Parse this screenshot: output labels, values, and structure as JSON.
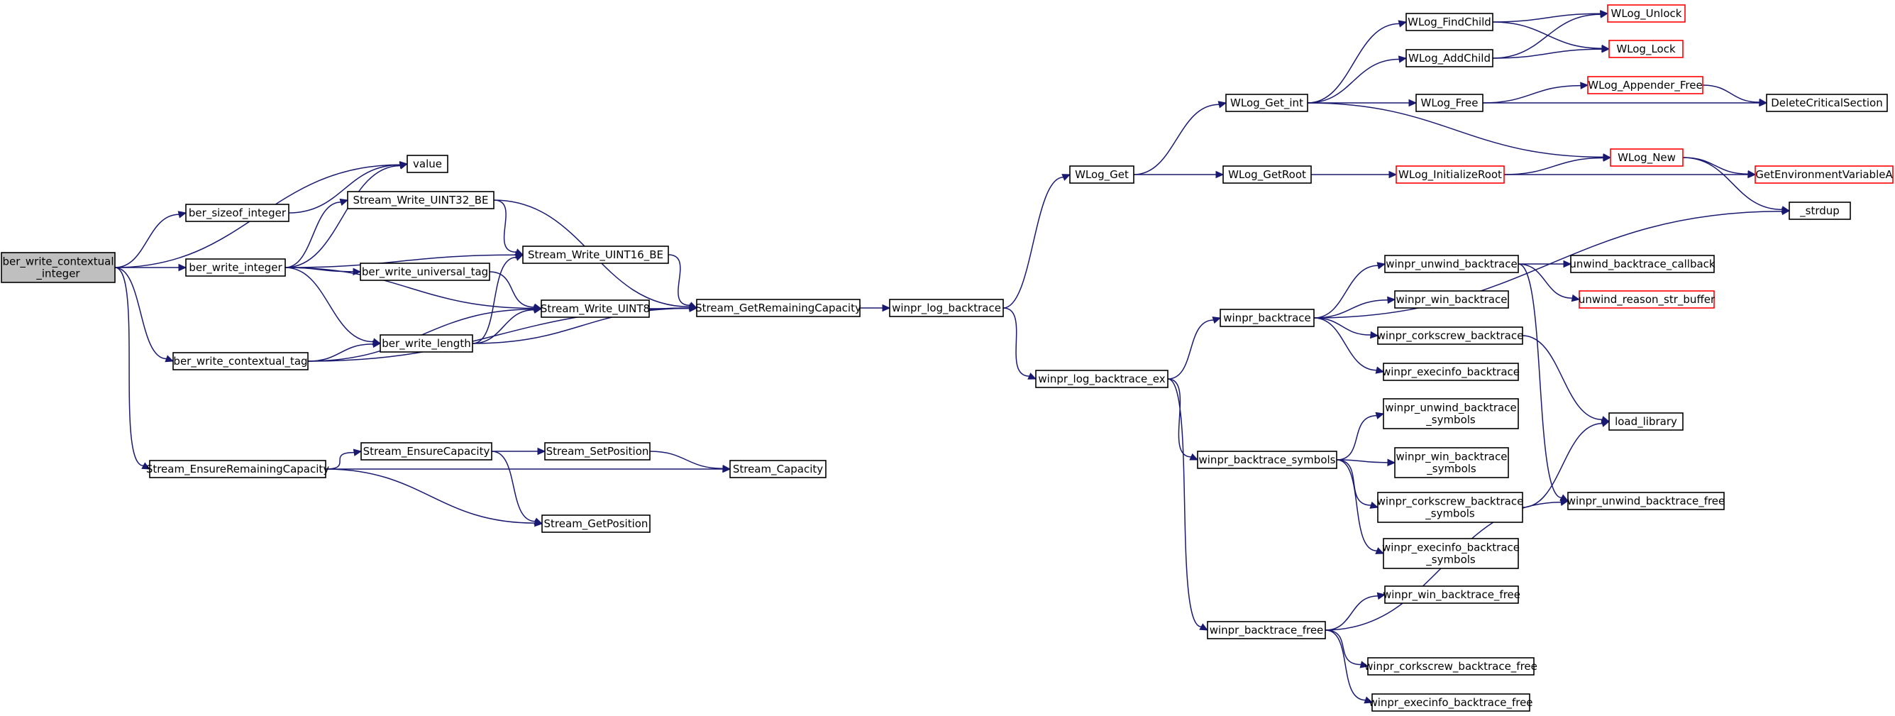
{
  "nodes": [
    {
      "id": "root",
      "lines": [
        "ber_write_contextual",
        "_integer"
      ],
      "root": true
    },
    {
      "id": "value",
      "lines": [
        "value"
      ]
    },
    {
      "id": "ber_sizeof_integer",
      "lines": [
        "ber_sizeof_integer"
      ]
    },
    {
      "id": "ber_write_integer",
      "lines": [
        "ber_write_integer"
      ]
    },
    {
      "id": "ber_write_contextual_tag",
      "lines": [
        "ber_write_contextual_tag"
      ]
    },
    {
      "id": "Stream_EnsureRemainingCapacity",
      "lines": [
        "Stream_EnsureRemainingCapacity"
      ]
    },
    {
      "id": "Stream_Write_UINT32_BE",
      "lines": [
        "Stream_Write_UINT32_BE"
      ]
    },
    {
      "id": "ber_write_universal_tag",
      "lines": [
        "ber_write_universal_tag"
      ]
    },
    {
      "id": "ber_write_length",
      "lines": [
        "ber_write_length"
      ]
    },
    {
      "id": "Stream_Write_UINT16_BE",
      "lines": [
        "Stream_Write_UINT16_BE"
      ]
    },
    {
      "id": "Stream_Write_UINT8",
      "lines": [
        "Stream_Write_UINT8"
      ]
    },
    {
      "id": "Stream_GetRemainingCapacity",
      "lines": [
        "Stream_GetRemainingCapacity"
      ]
    },
    {
      "id": "winpr_log_backtrace",
      "lines": [
        "winpr_log_backtrace"
      ]
    },
    {
      "id": "Stream_EnsureCapacity",
      "lines": [
        "Stream_EnsureCapacity"
      ]
    },
    {
      "id": "Stream_SetPosition",
      "lines": [
        "Stream_SetPosition"
      ]
    },
    {
      "id": "Stream_Capacity",
      "lines": [
        "Stream_Capacity"
      ]
    },
    {
      "id": "Stream_GetPosition",
      "lines": [
        "Stream_GetPosition"
      ]
    },
    {
      "id": "WLog_Get",
      "lines": [
        "WLog_Get"
      ]
    },
    {
      "id": "winpr_log_backtrace_ex",
      "lines": [
        "winpr_log_backtrace_ex"
      ]
    },
    {
      "id": "WLog_Get_int",
      "lines": [
        "WLog_Get_int"
      ]
    },
    {
      "id": "WLog_GetRoot",
      "lines": [
        "WLog_GetRoot"
      ]
    },
    {
      "id": "WLog_FindChild",
      "lines": [
        "WLog_FindChild"
      ]
    },
    {
      "id": "WLog_AddChild",
      "lines": [
        "WLog_AddChild"
      ]
    },
    {
      "id": "WLog_Free",
      "lines": [
        "WLog_Free"
      ]
    },
    {
      "id": "WLog_Unlock",
      "lines": [
        "WLog_Unlock"
      ],
      "truncated": true
    },
    {
      "id": "WLog_Lock",
      "lines": [
        "WLog_Lock"
      ],
      "truncated": true
    },
    {
      "id": "WLog_Appender_Free",
      "lines": [
        "WLog_Appender_Free"
      ],
      "truncated": true
    },
    {
      "id": "DeleteCriticalSection",
      "lines": [
        "DeleteCriticalSection"
      ]
    },
    {
      "id": "WLog_InitializeRoot",
      "lines": [
        "WLog_InitializeRoot"
      ],
      "truncated": true
    },
    {
      "id": "WLog_New",
      "lines": [
        "WLog_New"
      ],
      "truncated": true
    },
    {
      "id": "GetEnvironmentVariableA",
      "lines": [
        "GetEnvironmentVariableA"
      ],
      "truncated": true
    },
    {
      "id": "_strdup",
      "lines": [
        "_strdup"
      ]
    },
    {
      "id": "winpr_backtrace",
      "lines": [
        "winpr_backtrace"
      ]
    },
    {
      "id": "winpr_unwind_backtrace",
      "lines": [
        "winpr_unwind_backtrace"
      ]
    },
    {
      "id": "unwind_backtrace_callback",
      "lines": [
        "unwind_backtrace_callback"
      ]
    },
    {
      "id": "unwind_reason_str_buffer",
      "lines": [
        "unwind_reason_str_buffer"
      ],
      "truncated": true
    },
    {
      "id": "winpr_win_backtrace",
      "lines": [
        "winpr_win_backtrace"
      ]
    },
    {
      "id": "winpr_corkscrew_backtrace",
      "lines": [
        "winpr_corkscrew_backtrace"
      ]
    },
    {
      "id": "winpr_execinfo_backtrace",
      "lines": [
        "winpr_execinfo_backtrace"
      ]
    },
    {
      "id": "load_library",
      "lines": [
        "load_library"
      ]
    },
    {
      "id": "winpr_unwind_backtrace_free",
      "lines": [
        "winpr_unwind_backtrace_free"
      ]
    },
    {
      "id": "winpr_backtrace_symbols",
      "lines": [
        "winpr_backtrace_symbols"
      ]
    },
    {
      "id": "winpr_unwind_backtrace_symbols",
      "lines": [
        "winpr_unwind_backtrace",
        "_symbols"
      ]
    },
    {
      "id": "winpr_win_backtrace_symbols",
      "lines": [
        "winpr_win_backtrace",
        "_symbols"
      ]
    },
    {
      "id": "winpr_corkscrew_backtrace_symbols",
      "lines": [
        "winpr_corkscrew_backtrace",
        "_symbols"
      ]
    },
    {
      "id": "winpr_execinfo_backtrace_symbols",
      "lines": [
        "winpr_execinfo_backtrace",
        "_symbols"
      ]
    },
    {
      "id": "winpr_backtrace_free",
      "lines": [
        "winpr_backtrace_free"
      ]
    },
    {
      "id": "winpr_win_backtrace_free",
      "lines": [
        "winpr_win_backtrace_free"
      ]
    },
    {
      "id": "winpr_corkscrew_backtrace_free",
      "lines": [
        "winpr_corkscrew_backtrace_free"
      ]
    },
    {
      "id": "winpr_execinfo_backtrace_free",
      "lines": [
        "winpr_execinfo_backtrace_free"
      ]
    }
  ],
  "edges": [
    [
      "root",
      "value"
    ],
    [
      "root",
      "ber_sizeof_integer"
    ],
    [
      "root",
      "ber_write_integer"
    ],
    [
      "root",
      "ber_write_contextual_tag"
    ],
    [
      "root",
      "Stream_EnsureRemainingCapacity"
    ],
    [
      "ber_sizeof_integer",
      "value"
    ],
    [
      "ber_write_integer",
      "value"
    ],
    [
      "ber_write_integer",
      "Stream_Write_UINT32_BE"
    ],
    [
      "ber_write_integer",
      "Stream_Write_UINT16_BE"
    ],
    [
      "ber_write_integer",
      "ber_write_universal_tag"
    ],
    [
      "ber_write_integer",
      "Stream_Write_UINT8"
    ],
    [
      "ber_write_integer",
      "ber_write_length"
    ],
    [
      "ber_write_contextual_tag",
      "ber_write_length"
    ],
    [
      "ber_write_contextual_tag",
      "Stream_Write_UINT8"
    ],
    [
      "ber_write_contextual_tag",
      "Stream_GetRemainingCapacity"
    ],
    [
      "Stream_Write_UINT32_BE",
      "Stream_Write_UINT16_BE"
    ],
    [
      "Stream_Write_UINT32_BE",
      "Stream_GetRemainingCapacity"
    ],
    [
      "ber_write_universal_tag",
      "Stream_Write_UINT8"
    ],
    [
      "ber_write_length",
      "Stream_Write_UINT16_BE"
    ],
    [
      "ber_write_length",
      "Stream_Write_UINT8"
    ],
    [
      "ber_write_length",
      "Stream_GetRemainingCapacity"
    ],
    [
      "Stream_Write_UINT16_BE",
      "Stream_GetRemainingCapacity"
    ],
    [
      "Stream_Write_UINT8",
      "Stream_GetRemainingCapacity"
    ],
    [
      "Stream_GetRemainingCapacity",
      "winpr_log_backtrace"
    ],
    [
      "Stream_EnsureRemainingCapacity",
      "Stream_EnsureCapacity"
    ],
    [
      "Stream_EnsureRemainingCapacity",
      "Stream_Capacity"
    ],
    [
      "Stream_EnsureRemainingCapacity",
      "Stream_GetPosition"
    ],
    [
      "Stream_EnsureCapacity",
      "Stream_SetPosition"
    ],
    [
      "Stream_EnsureCapacity",
      "Stream_GetPosition"
    ],
    [
      "Stream_SetPosition",
      "Stream_Capacity"
    ],
    [
      "winpr_log_backtrace",
      "WLog_Get"
    ],
    [
      "winpr_log_backtrace",
      "winpr_log_backtrace_ex"
    ],
    [
      "WLog_Get",
      "WLog_Get_int"
    ],
    [
      "WLog_Get",
      "WLog_GetRoot"
    ],
    [
      "WLog_Get_int",
      "WLog_FindChild"
    ],
    [
      "WLog_Get_int",
      "WLog_AddChild"
    ],
    [
      "WLog_Get_int",
      "WLog_Free"
    ],
    [
      "WLog_Get_int",
      "WLog_New"
    ],
    [
      "WLog_FindChild",
      "WLog_Unlock"
    ],
    [
      "WLog_FindChild",
      "WLog_Lock"
    ],
    [
      "WLog_AddChild",
      "WLog_Unlock"
    ],
    [
      "WLog_AddChild",
      "WLog_Lock"
    ],
    [
      "WLog_Free",
      "WLog_Appender_Free"
    ],
    [
      "WLog_Free",
      "DeleteCriticalSection"
    ],
    [
      "WLog_Appender_Free",
      "DeleteCriticalSection"
    ],
    [
      "WLog_GetRoot",
      "WLog_InitializeRoot"
    ],
    [
      "WLog_InitializeRoot",
      "WLog_New"
    ],
    [
      "WLog_InitializeRoot",
      "GetEnvironmentVariableA"
    ],
    [
      "WLog_New",
      "GetEnvironmentVariableA"
    ],
    [
      "WLog_New",
      "_strdup"
    ],
    [
      "winpr_log_backtrace_ex",
      "winpr_backtrace"
    ],
    [
      "winpr_log_backtrace_ex",
      "winpr_backtrace_symbols"
    ],
    [
      "winpr_log_backtrace_ex",
      "winpr_backtrace_free"
    ],
    [
      "winpr_backtrace",
      "_strdup"
    ],
    [
      "winpr_backtrace",
      "winpr_unwind_backtrace"
    ],
    [
      "winpr_backtrace",
      "winpr_win_backtrace"
    ],
    [
      "winpr_backtrace",
      "winpr_corkscrew_backtrace"
    ],
    [
      "winpr_backtrace",
      "winpr_execinfo_backtrace"
    ],
    [
      "winpr_unwind_backtrace",
      "unwind_backtrace_callback"
    ],
    [
      "winpr_unwind_backtrace",
      "unwind_reason_str_buffer"
    ],
    [
      "winpr_unwind_backtrace",
      "winpr_unwind_backtrace_free"
    ],
    [
      "winpr_corkscrew_backtrace",
      "load_library"
    ],
    [
      "winpr_backtrace_symbols",
      "winpr_unwind_backtrace_symbols"
    ],
    [
      "winpr_backtrace_symbols",
      "winpr_win_backtrace_symbols"
    ],
    [
      "winpr_backtrace_symbols",
      "winpr_corkscrew_backtrace_symbols"
    ],
    [
      "winpr_backtrace_symbols",
      "winpr_execinfo_backtrace_symbols"
    ],
    [
      "winpr_corkscrew_backtrace_symbols",
      "load_library"
    ],
    [
      "winpr_backtrace_free",
      "winpr_win_backtrace_free"
    ],
    [
      "winpr_backtrace_free",
      "winpr_unwind_backtrace_free"
    ],
    [
      "winpr_backtrace_free",
      "winpr_corkscrew_backtrace_free"
    ],
    [
      "winpr_backtrace_free",
      "winpr_execinfo_backtrace_free"
    ]
  ]
}
